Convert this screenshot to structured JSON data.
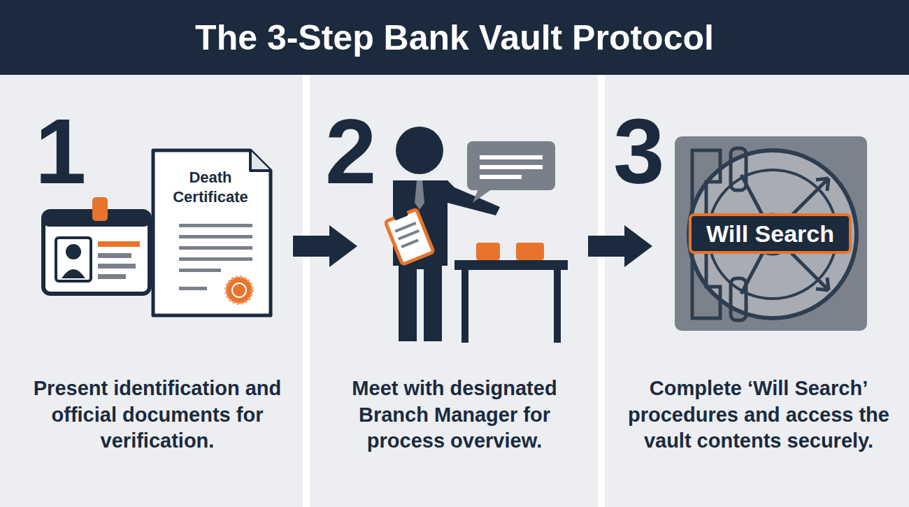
{
  "diagram": {
    "title": "The 3-Step Bank Vault Protocol",
    "nodes": [
      {
        "text": [
          "1",
          "Present identification and official documents for verification."
        ]
      },
      {
        "text": [
          "Death Certificate"
        ],
        "in": 0
      },
      {
        "text": [
          "2",
          "Meet with designated Branch Manager for process overview."
        ]
      },
      {
        "text": [
          "3",
          "Complete ‘Will Search’ procedures and access the vault contents securely."
        ]
      },
      {
        "text": [
          "Will Search"
        ],
        "in": 3
      }
    ],
    "edges": [
      {
        "from": 0,
        "to": 2,
        "arrow": "to"
      },
      {
        "from": 2,
        "to": 3,
        "arrow": "to"
      }
    ]
  }
}
